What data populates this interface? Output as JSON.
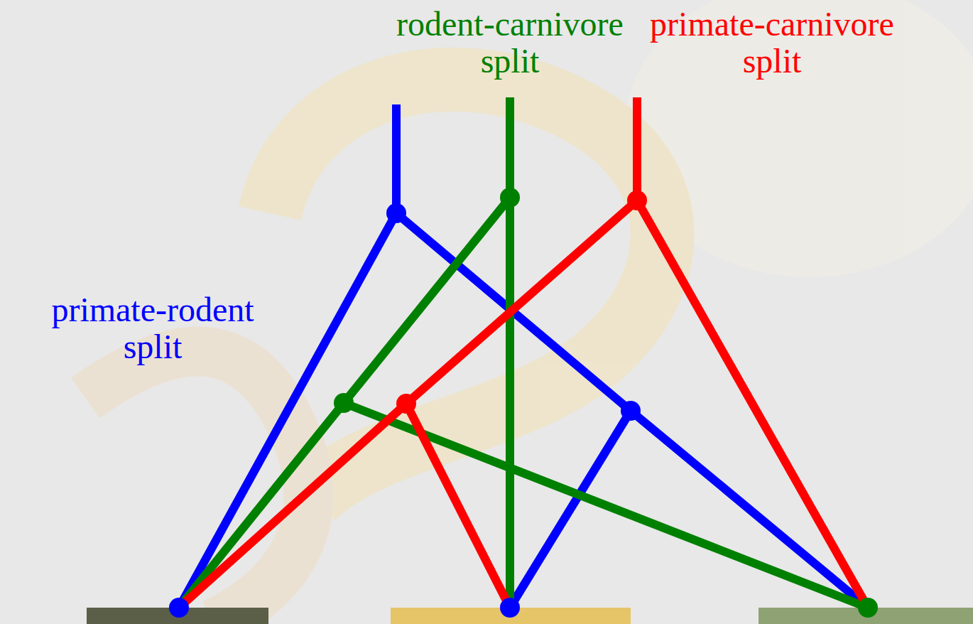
{
  "diagram": {
    "labels": [
      "rodent-carnivore split",
      "primate-carnivore split",
      "primate-rodent split"
    ]
  }
}
